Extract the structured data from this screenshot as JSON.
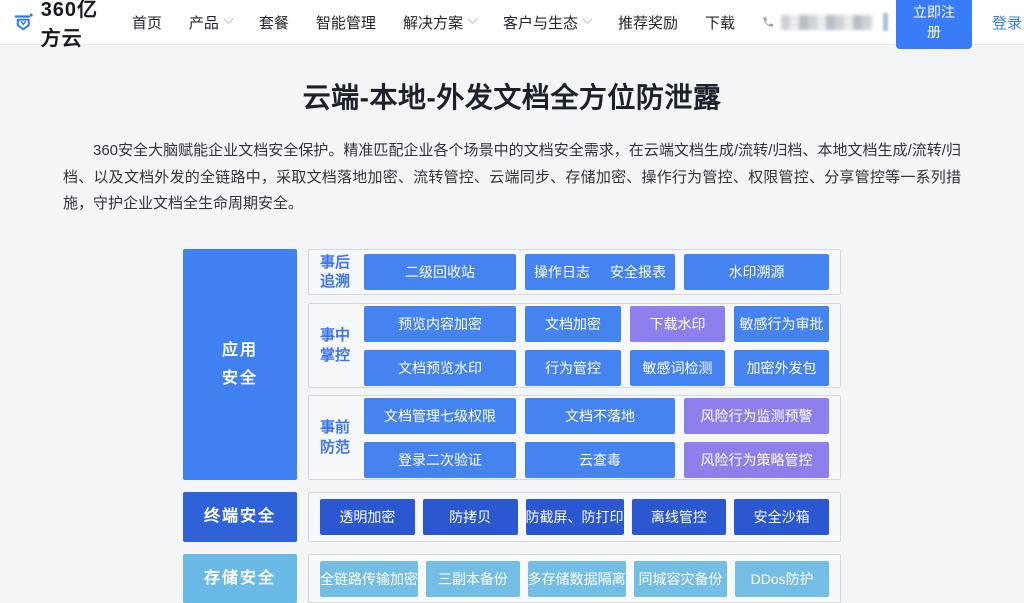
{
  "navbar": {
    "logo_text": "360亿方云",
    "items": [
      {
        "label": "首页",
        "dropdown": false
      },
      {
        "label": "产品",
        "dropdown": true
      },
      {
        "label": "套餐",
        "dropdown": false
      },
      {
        "label": "智能管理",
        "dropdown": false
      },
      {
        "label": "解决方案",
        "dropdown": true
      },
      {
        "label": "客户与生态",
        "dropdown": true
      },
      {
        "label": "推荐奖励",
        "dropdown": false
      },
      {
        "label": "下载",
        "dropdown": false
      }
    ],
    "phone_icon": "phone-icon",
    "register_label": "立即注册",
    "login_label": "登录"
  },
  "hero": {
    "title": "云端-本地-外发文档全方位防泄露",
    "description": "360安全大脑赋能企业文档安全保护。精准匹配企业各个场景中的文档安全需求，在云端文档生成/流转/归档、本地文档生成/流转/归档、以及文档外发的全链路中，采取文档落地加密、流转管控、云端同步、存储加密、操作行为管控、权限管控、分享管控等一系列措施，守护企业文档全生命周期安全。"
  },
  "diagram": {
    "left": [
      {
        "lines": [
          "应用",
          "安全"
        ]
      },
      {
        "label": "终端安全"
      },
      {
        "label": "存储安全"
      }
    ],
    "groups": [
      {
        "tag": [
          "事后",
          "追溯"
        ],
        "rows": [
          [
            {
              "label": "二级回收站"
            },
            {
              "label": "操作日志",
              "label2": "安全报表"
            },
            {
              "label": "水印溯源"
            }
          ]
        ]
      },
      {
        "tag": [
          "事中",
          "掌控"
        ],
        "rows": [
          [
            {
              "label": "预览内容加密"
            },
            {
              "label": "文档加密"
            },
            {
              "label": "下载水印",
              "variant": "purple"
            },
            {
              "label": "敏感行为审批"
            }
          ],
          [
            {
              "label": "文档预览水印"
            },
            {
              "label": "行为管控"
            },
            {
              "label": "敏感词检测"
            },
            {
              "label": "加密外发包"
            }
          ]
        ]
      },
      {
        "tag": [
          "事前",
          "防范"
        ],
        "rows": [
          [
            {
              "label": "文档管理七级权限"
            },
            {
              "label": "文档不落地"
            },
            {
              "label": "风险行为监测预警",
              "variant": "purple"
            }
          ],
          [
            {
              "label": "登录二次验证"
            },
            {
              "label": "云查毒"
            },
            {
              "label": "风险行为策略管控",
              "variant": "purple"
            }
          ]
        ]
      },
      {
        "tag": null,
        "variant": "dark",
        "rows": [
          [
            {
              "label": "透明加密"
            },
            {
              "label": "防拷贝"
            },
            {
              "label": "防截屏、防打印"
            },
            {
              "label": "离线管控"
            },
            {
              "label": "安全沙箱"
            }
          ]
        ]
      },
      {
        "tag": null,
        "variant": "light",
        "rows": [
          [
            {
              "label": "全链路传输加密"
            },
            {
              "label": "三副本备份"
            },
            {
              "label": "多存储数据隔离"
            },
            {
              "label": "同城容灾备份"
            },
            {
              "label": "DDos防护"
            }
          ]
        ]
      }
    ]
  },
  "colors": {
    "accent": "#3a7cf8",
    "chip_blue": "#4583f1",
    "chip_purple": "#8d80ec",
    "chip_dark": "#2b58d0",
    "chip_light": "#74bde4",
    "side_app": "#4080f0",
    "side_term": "#2f62d8",
    "side_store": "#69bae6",
    "tag_blue": "#3e76ee"
  }
}
